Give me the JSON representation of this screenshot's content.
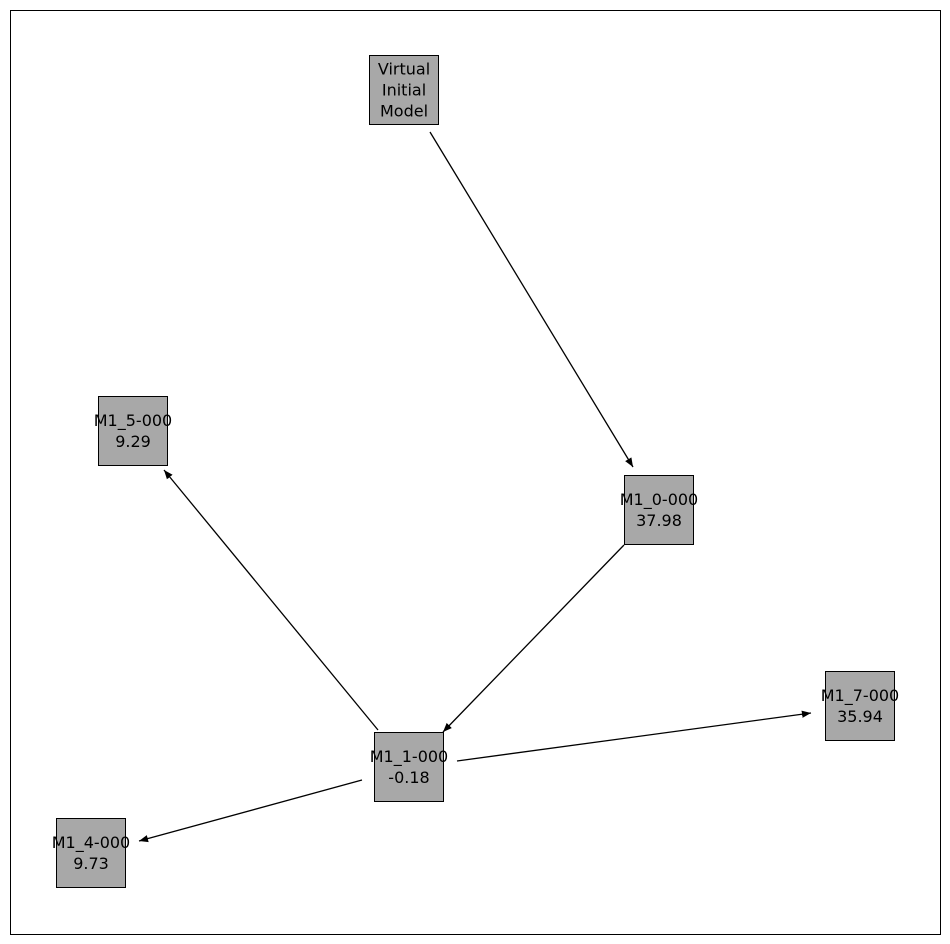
{
  "diagram": {
    "node_fill": "#a8a8a8",
    "node_stroke": "#000000",
    "edge_color": "#000000",
    "nodes": [
      {
        "id": "virtual",
        "lines": [
          "Virtual",
          "Initial",
          "Model"
        ]
      },
      {
        "id": "m1_0",
        "lines": [
          "M1_0-000",
          "37.98"
        ]
      },
      {
        "id": "m1_1",
        "lines": [
          "M1_1-000",
          "-0.18"
        ]
      },
      {
        "id": "m1_5",
        "lines": [
          "M1_5-000",
          "9.29"
        ]
      },
      {
        "id": "m1_7",
        "lines": [
          "M1_7-000",
          "35.94"
        ]
      },
      {
        "id": "m1_4",
        "lines": [
          "M1_4-000",
          "9.73"
        ]
      }
    ],
    "edges": [
      {
        "from": "virtual",
        "to": "m1_0"
      },
      {
        "from": "m1_0",
        "to": "m1_1"
      },
      {
        "from": "m1_1",
        "to": "m1_5"
      },
      {
        "from": "m1_1",
        "to": "m1_7"
      },
      {
        "from": "m1_1",
        "to": "m1_4"
      }
    ]
  }
}
